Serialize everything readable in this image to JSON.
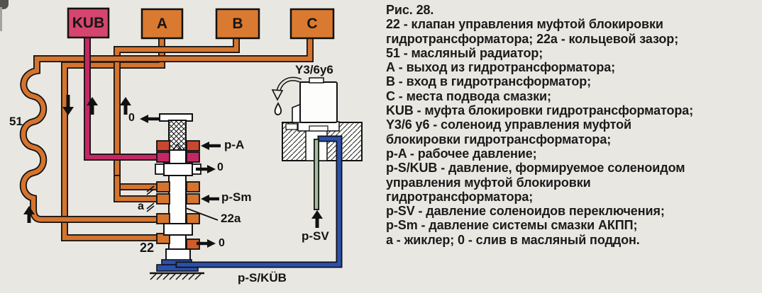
{
  "figure": {
    "title": "Рис. 28."
  },
  "legend": {
    "lines": [
      "Рис. 28.",
      "22 - клапан управления муфтой блокировки",
      "гидротрансформатора; 22а - кольцевой зазор;",
      "51 - масляный радиатор;",
      "А - выход из гидротрансформатора;",
      "В - вход в гидротрансформатор;",
      "С - места подвода смазки;",
      "KUB - муфта блокировки гидротрансформатора;",
      "Y3/6 у6 - соленоид управления муфтой",
      "блокировки гидротрансформатора;",
      "p-A - рабочее давление;",
      "p-S/KUB - давление, формируемое соленоидом",
      "управления муфтой блокировки",
      "гидротрансформатора;",
      "p-SV - давление соленоидов переключения;",
      "p-Sm - давление системы смазки АКПП;",
      "а - жиклер; 0 - слив в масляный поддон."
    ]
  },
  "diagram": {
    "boxes": [
      {
        "label": "KUB",
        "color": "#d6456e"
      },
      {
        "label": "A",
        "color": "#da7a30"
      },
      {
        "label": "B",
        "color": "#da7a30"
      },
      {
        "label": "C",
        "color": "#da7a30"
      }
    ],
    "labels": {
      "radiator": "51",
      "valve": "22",
      "ring_gap": "22a",
      "jet": "a",
      "solenoid": "Y3/6у6",
      "p_a": "p-A",
      "p_sm": "p-Sm",
      "p_sv": "p-SV",
      "p_s_kub": "p-S/KÜB",
      "drain_top": "0",
      "drain_mid": "0",
      "drain_bottom": "0"
    },
    "colors": {
      "pipe_orange": "#d4742f",
      "pipe_magenta": "#c52765",
      "box_rose": "#d6456e",
      "pipe_blue": "#2b50ae",
      "pipe_green": "#a3c09a",
      "port_red": "#c9472e",
      "paper": "#e9e7e2"
    }
  }
}
